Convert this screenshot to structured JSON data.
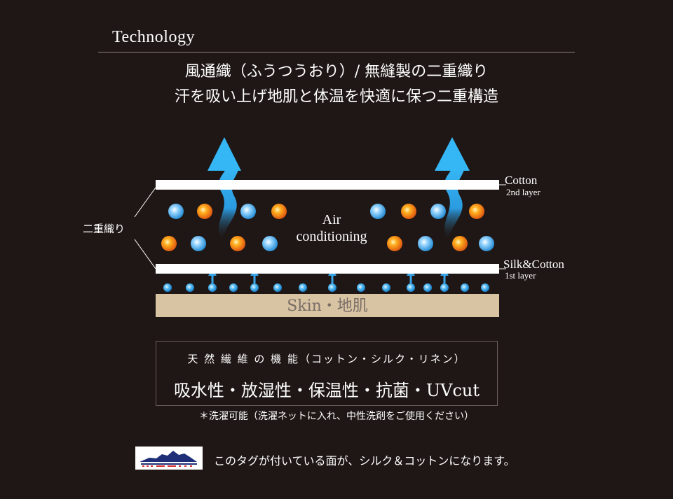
{
  "section_title": "Technology",
  "headline": {
    "line1": "風通織（ふうつうおり）/ 無縫製の二重織り",
    "line2": "汗を吸い上げ地肌と体温を快適に保つ二重構造"
  },
  "diagram": {
    "double_weave_label": "二重織り",
    "top_layer": {
      "name": "Cotton",
      "sub": "2nd layer"
    },
    "bottom_layer": {
      "name": "Silk&Cotton",
      "sub": "1st layer"
    },
    "air_label_line1": "Air",
    "air_label_line2": "conditioning",
    "skin_label": "Skin・地肌"
  },
  "info": {
    "title": "天 然 繊 維 の 機 能（コットン・シルク・リネン）",
    "features": "吸水性・放湿性・保温性・抗菌・UVcut"
  },
  "note": "＊洗濯可能（洗濯ネットに入れ、中性洗剤をご使用ください）",
  "tag_caption": "このタグが付いている面が、シルク＆コットンになります。",
  "colors": {
    "background": "#1f1715",
    "skin": "#d8c3a2",
    "arrow_blue": "#2b9be0",
    "warm_ball": "#f08a1c",
    "cool_ball": "#48a8e8",
    "tag_red": "#d32b2b",
    "tag_navy": "#1e2f78"
  }
}
